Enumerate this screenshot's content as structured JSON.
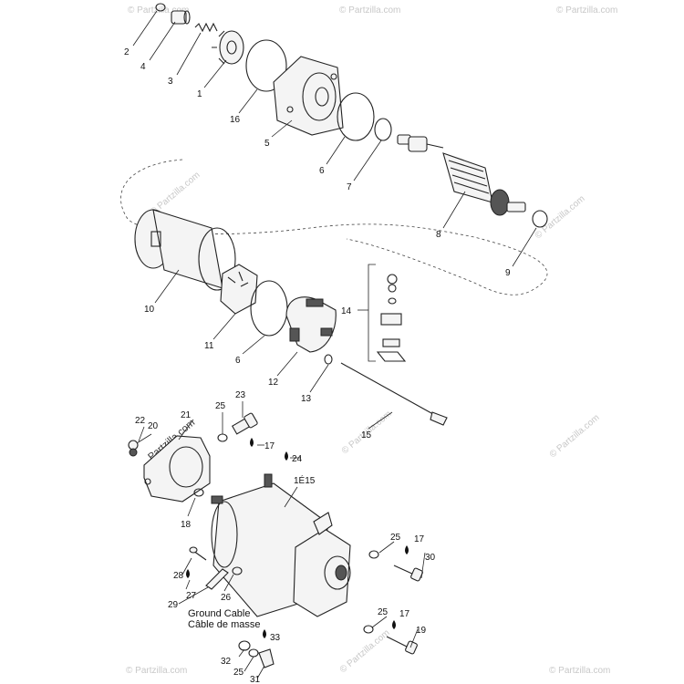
{
  "watermark": "© Partzilla.com",
  "brand_overlay": "Partzilla.com",
  "callouts": {
    "c1": "1",
    "c2": "2",
    "c3": "3",
    "c4": "4",
    "c5": "5",
    "c6a": "6",
    "c6b": "6",
    "c7": "7",
    "c8": "8",
    "c9": "9",
    "c10": "10",
    "c11": "11",
    "c12": "12",
    "c13": "13",
    "c14": "14",
    "c15": "15",
    "c16": "16",
    "c17a": "17",
    "c17b": "17",
    "c17c": "17",
    "c18": "18",
    "c19": "19",
    "c20": "20",
    "c21": "21",
    "c22": "22",
    "c23": "23",
    "c24": "24",
    "c25a": "25",
    "c25b": "25",
    "c25c": "25",
    "c25d": "25",
    "c26": "26",
    "c27": "27",
    "c28": "28",
    "c29": "29",
    "c30": "30",
    "c31": "31",
    "c32": "32",
    "c33": "33",
    "c1e15": "1É15"
  },
  "ground_cable": {
    "line1": "Ground Cable",
    "line2": "Câble de masse"
  }
}
